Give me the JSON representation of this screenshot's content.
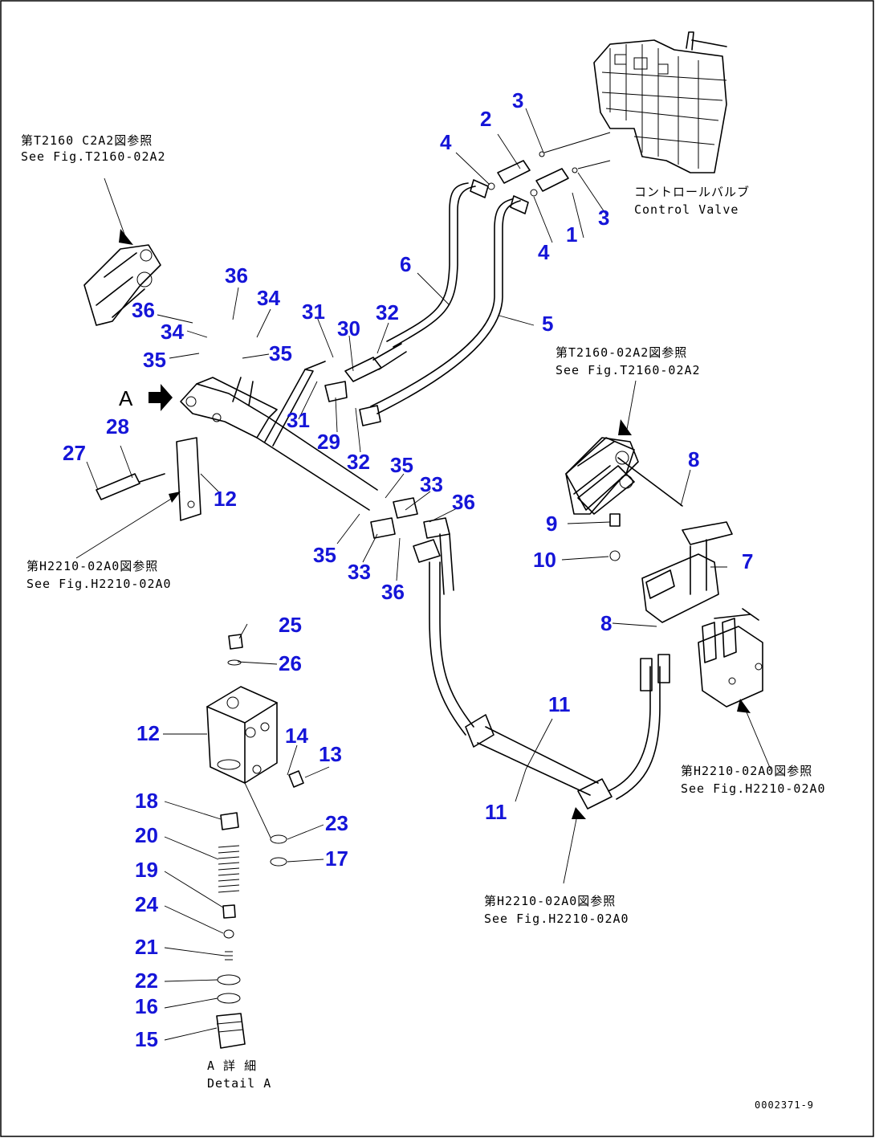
{
  "labels": {
    "p1": "1",
    "p2": "2",
    "p3a": "3",
    "p3b": "3",
    "p4a": "4",
    "p4b": "4",
    "p5": "5",
    "p6": "6",
    "p7": "7",
    "p8a": "8",
    "p8b": "8",
    "p9": "9",
    "p10": "10",
    "p11a": "11",
    "p11b": "11",
    "p12a": "12",
    "p12b": "12",
    "p13": "13",
    "p14": "14",
    "p15": "15",
    "p16": "16",
    "p17": "17",
    "p18": "18",
    "p19": "19",
    "p20": "20",
    "p21": "21",
    "p22": "22",
    "p23": "23",
    "p24": "24",
    "p25": "25",
    "p26": "26",
    "p27": "27",
    "p28": "28",
    "p29": "29",
    "p30": "30",
    "p31a": "31",
    "p31b": "31",
    "p32a": "32",
    "p32b": "32",
    "p33a": "33",
    "p33b": "33",
    "p34a": "34",
    "p34b": "34",
    "p35a": "35",
    "p35b": "35",
    "p35c": "35",
    "p35d": "35",
    "p36a": "36",
    "p36b": "36",
    "p36c": "36",
    "p36d": "36"
  },
  "notes": {
    "ref_t2160_left_jp": "第T2160 C2A2図参照",
    "ref_t2160_left_en": "See Fig.T2160-02A2",
    "control_valve_jp": "コントロールバルブ",
    "control_valve_en": "Control Valve",
    "ref_t2160_right_jp": "第T2160-02A2図参照",
    "ref_t2160_right_en": "See Fig.T2160-02A2",
    "ref_h2210_left_jp": "第H2210-02A0図参照",
    "ref_h2210_left_en": "See Fig.H2210-02A0",
    "ref_h2210_right_jp": "第H2210-02A0図参照",
    "ref_h2210_right_en": "See Fig.H2210-02A0",
    "ref_h2210_bottom_jp": "第H2210-02A0図参照",
    "ref_h2210_bottom_en": "See Fig.H2210-02A0",
    "view_a": "A",
    "detail_a_jp": "A 詳 細",
    "detail_a_en": "Detail A",
    "drawing_code": "0002371-9"
  },
  "colors": {
    "callout": "#1515d8",
    "line": "#000000",
    "background": "#ffffff"
  }
}
